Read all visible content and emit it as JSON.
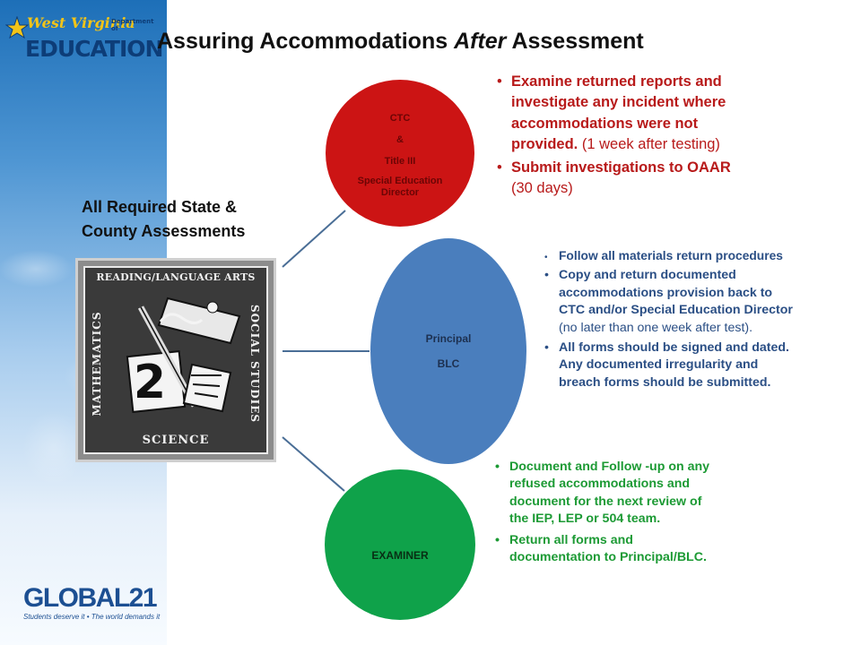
{
  "branding": {
    "wv_line1": "West Virginia",
    "wv_dept": "Department of",
    "wv_line2": "EDUCATION",
    "global_logo": "GLOBAL21",
    "global_tagline": "Students deserve it • The world demands it"
  },
  "slide": {
    "title_pre": "Assuring Accommodations ",
    "title_em": "After",
    "title_post": " Assessment"
  },
  "assessments_label": "All Required State & County Assessments",
  "subject_image": {
    "top": "READING/LANGUAGE ARTS",
    "left": "MATHEMATICS",
    "right": "SOCIAL STUDIES",
    "bottom": "SCIENCE",
    "digit": "2"
  },
  "circles": {
    "ctc": {
      "line1": "CTC",
      "line2": "&",
      "line3": "Title III",
      "line4": "Special Education Director"
    },
    "principal": {
      "line1": "Principal",
      "line2": "BLC"
    },
    "examiner": {
      "line1": "EXAMINER"
    }
  },
  "ctc_bullets": [
    {
      "bold": "Examine returned reports and investigate any incident where accommodations  were not provided.",
      "note": " (1 week after testing)"
    },
    {
      "bold": "Submit investigations to OAAR",
      "note": " (30 days)"
    }
  ],
  "principal_bullets": [
    {
      "bold": "Follow all materials return procedures",
      "note": ""
    },
    {
      "bold": "Copy and return documented accommodations  provision back to CTC and/or Special Education Director",
      "note": " (no later than one week after test)."
    },
    {
      "bold": "All forms should be signed and dated. Any documented irregularity and breach forms should be submitted.",
      "note": ""
    }
  ],
  "examiner_bullets": [
    "Document and Follow -up on any refused accommodations and document for the next review of the IEP, LEP or 504 team.",
    "Return all  forms and documentation to Principal/BLC."
  ],
  "colors": {
    "ctc": "#cc1414",
    "principal": "#4a7ebd",
    "examiner": "#0fa24a",
    "connector": "#4a6e96"
  }
}
